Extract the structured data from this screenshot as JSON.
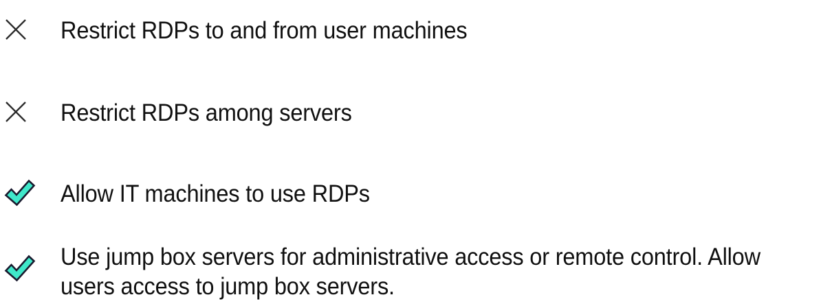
{
  "page": {
    "background_color": "#ffffff",
    "text_color": "#101010"
  },
  "icons": {
    "cross": {
      "name": "cross-icon",
      "stroke_color": "#2a2a2a"
    },
    "check": {
      "name": "check-icon",
      "fill_color": "#3fe8ca",
      "outline_color": "#1a1a2e"
    }
  },
  "checklist": {
    "items": [
      {
        "icon": "cross-icon",
        "status": "not-allowed",
        "label": "Restrict RDPs to and from user machines"
      },
      {
        "icon": "cross-icon",
        "status": "not-allowed",
        "label": "Restrict RDPs among servers"
      },
      {
        "icon": "check-icon",
        "status": "allowed",
        "label": "Allow IT machines to use RDPs"
      },
      {
        "icon": "check-icon",
        "status": "allowed",
        "label": "Use jump box servers for administrative access or remote control. Allow users access to jump box servers."
      }
    ]
  }
}
